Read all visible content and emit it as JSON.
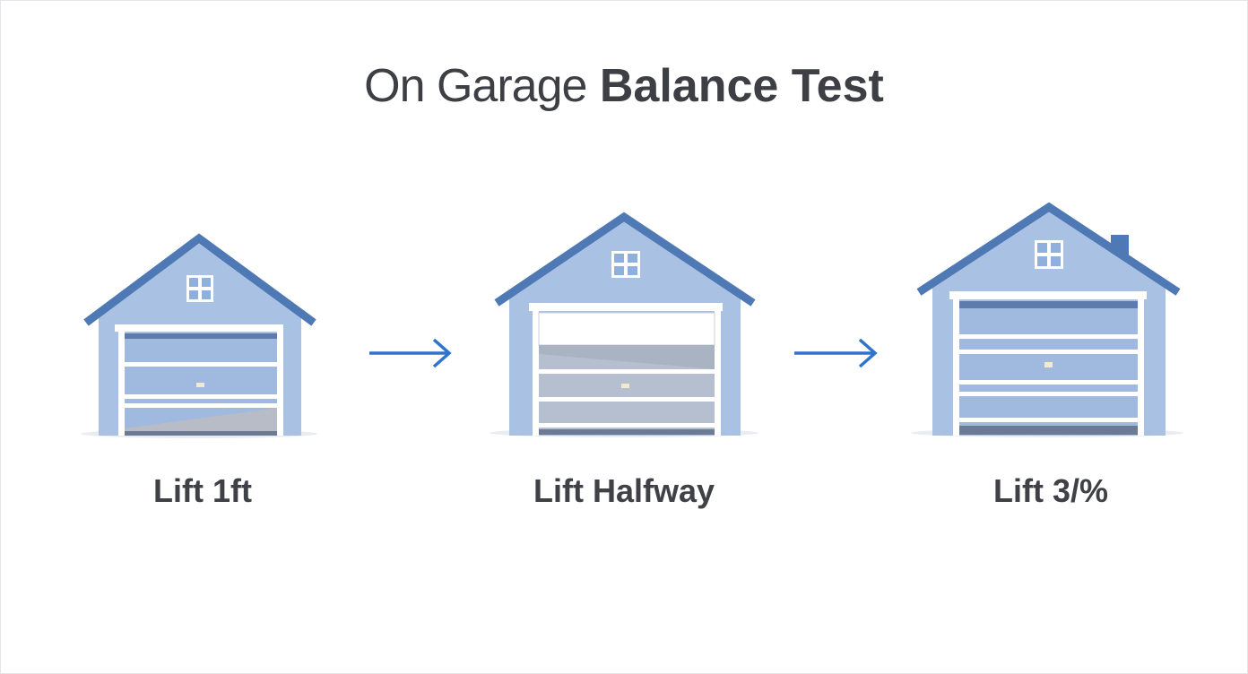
{
  "title": {
    "part1": "On Garage",
    "part2": "Balance Test"
  },
  "steps": [
    {
      "label": "Lift 1ft",
      "house_icon": "garage-house-icon"
    },
    {
      "label": "Lift Halfway",
      "house_icon": "garage-house-icon"
    },
    {
      "label": "Lift 3/%",
      "house_icon": "garage-house-icon"
    }
  ],
  "arrows": [
    {
      "icon": "arrow-right-icon"
    },
    {
      "icon": "arrow-right-icon"
    }
  ],
  "colors": {
    "roof": "#4f79b4",
    "wall": "#a9c2e4",
    "trim": "#ffffff",
    "panel": "#9fb9df",
    "panel_dark": "#6f8fc0",
    "door_shadow": "#b7bdc8",
    "arrow": "#2f74cc",
    "text": "#3f4146"
  }
}
